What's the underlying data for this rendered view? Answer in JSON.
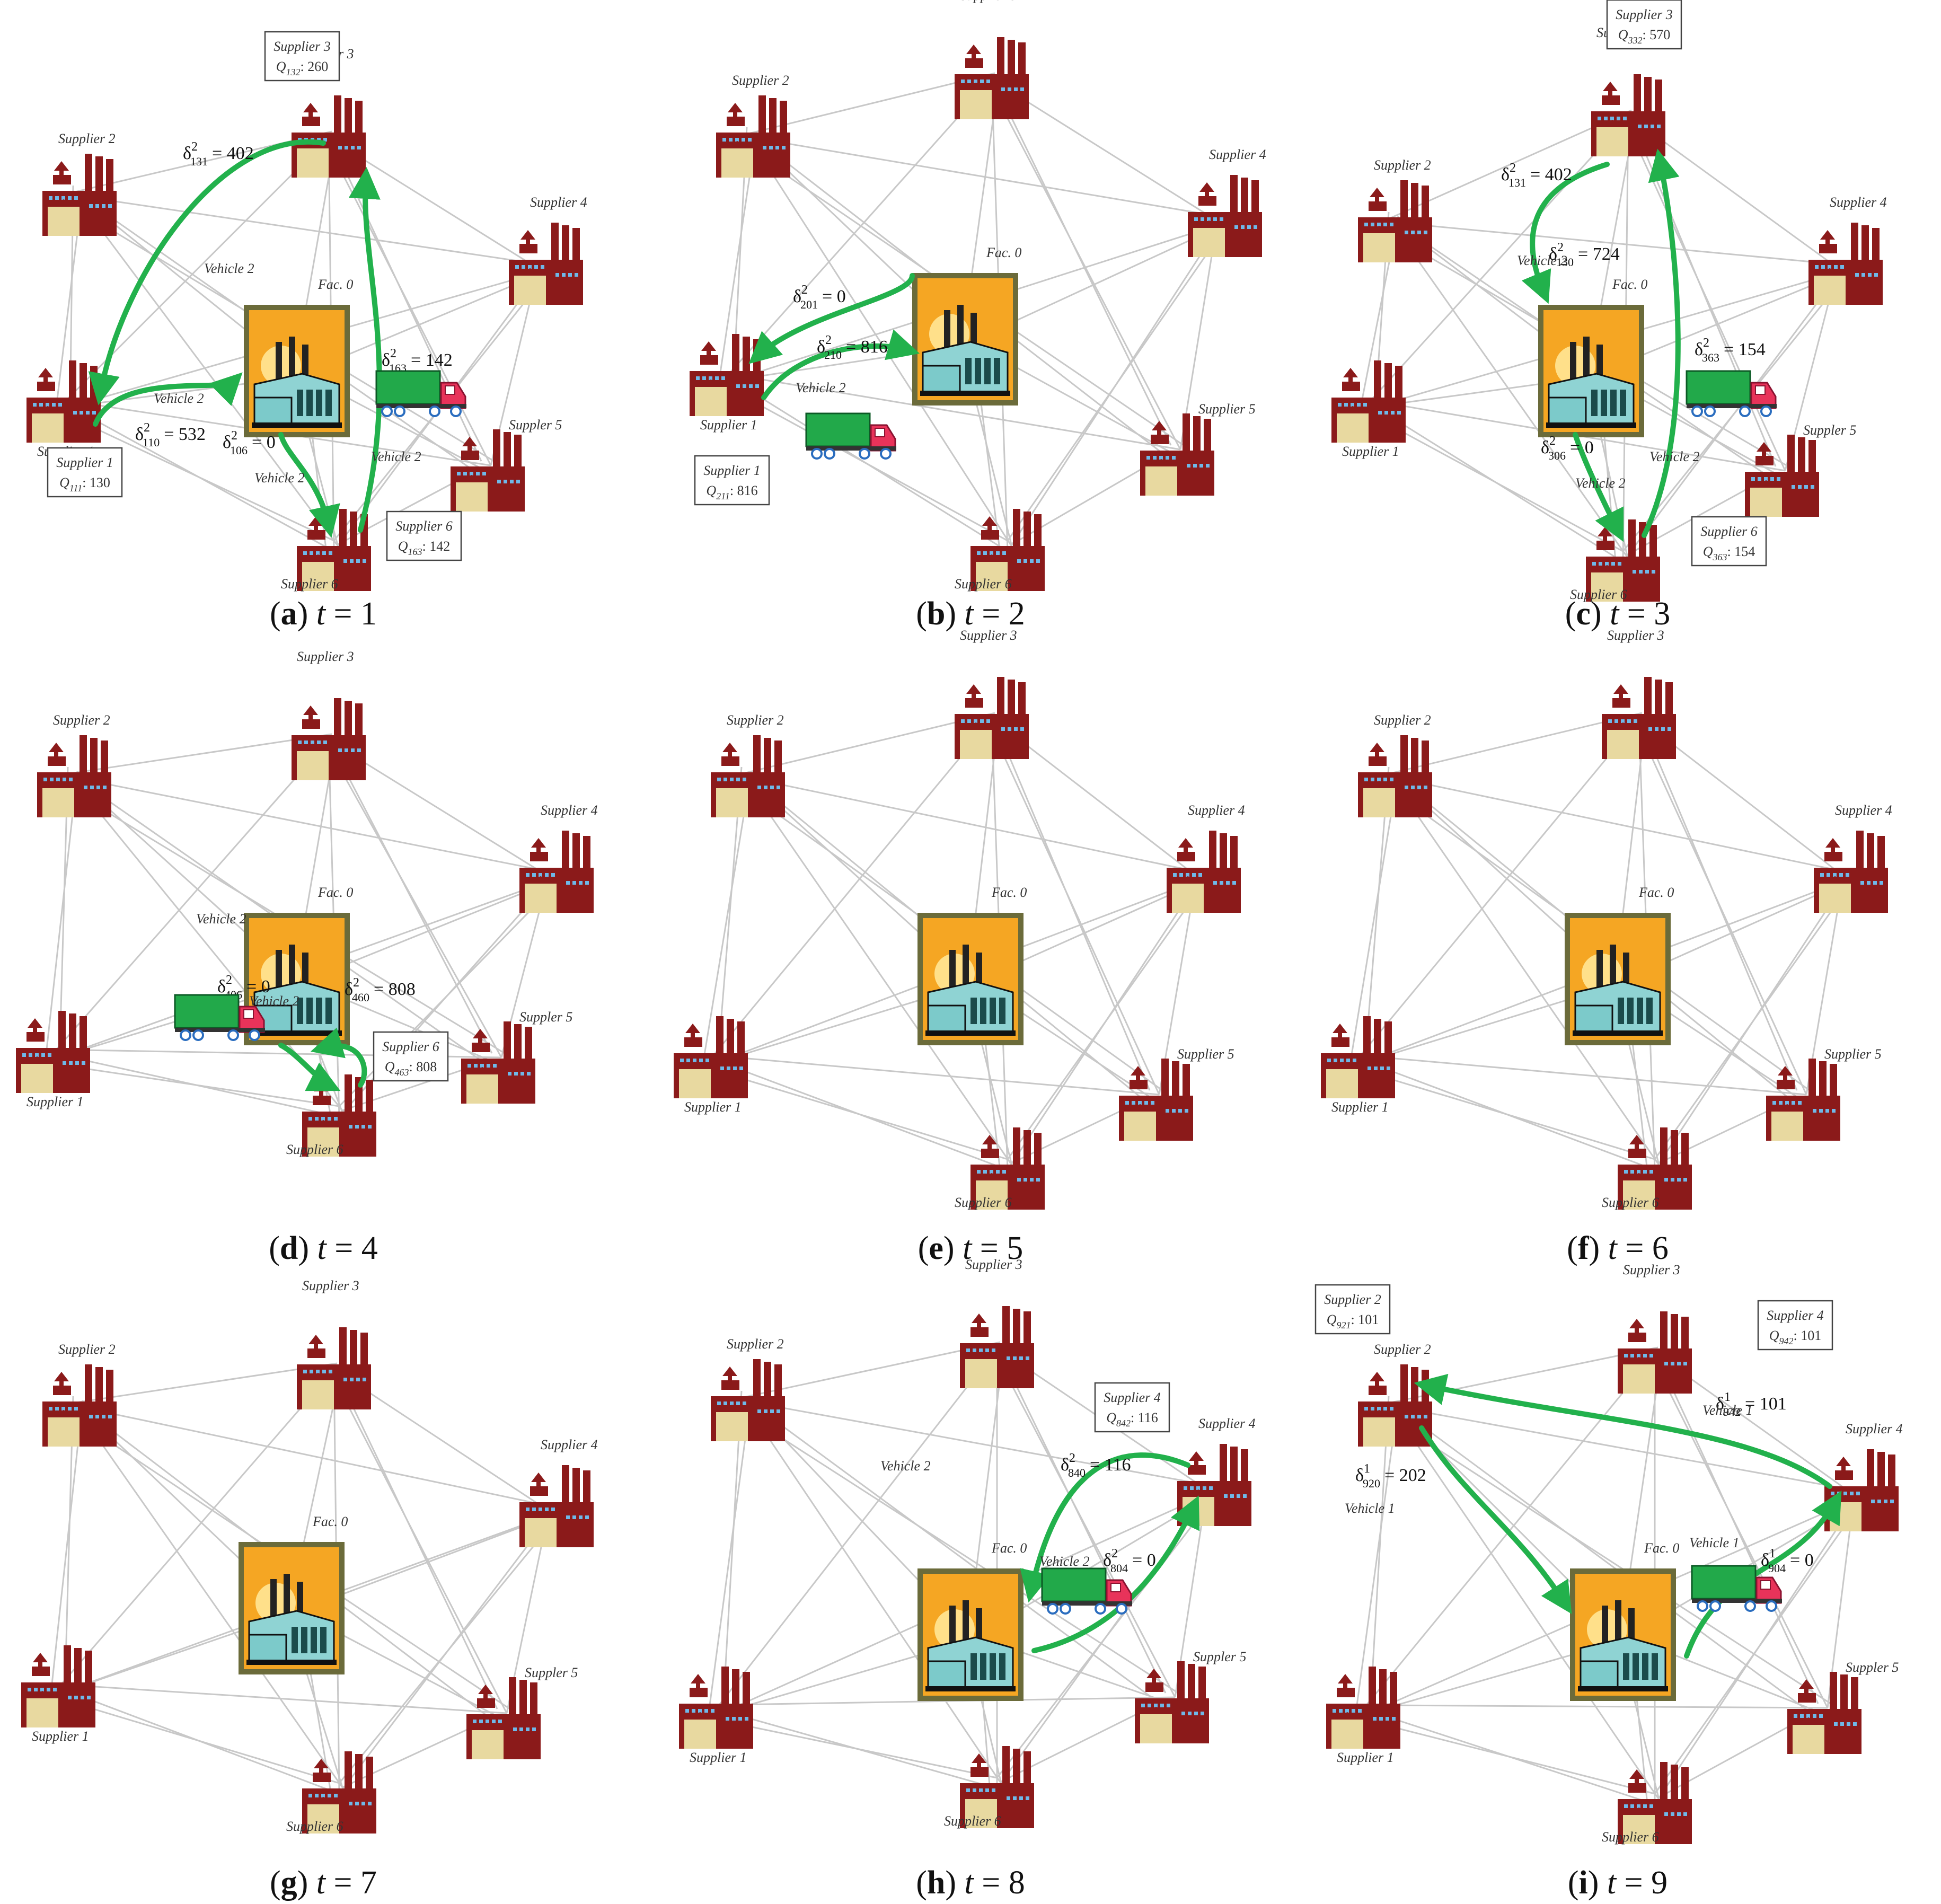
{
  "colors": {
    "edge": "#c8c8c8",
    "flow_arrow": "#22b14c",
    "supplier_factory": "#8b1a1a",
    "supplier_base": "#e8d9a0",
    "facility_bg": "#f5a623",
    "facility_frame": "#6b6b3a",
    "truck_cargo": "#22a94a",
    "truck_cab": "#e8335a"
  },
  "icons": [
    "supplier-factory-icon",
    "central-facility-icon",
    "delivery-truck-icon"
  ],
  "labels": {
    "facility": "Fac. 0",
    "suppliers": [
      "Supplier 1",
      "Supplier 2",
      "Supplier 3",
      "Supplier 4",
      "Supplier 5",
      "Supplier 6"
    ],
    "supplier_alt": "Suppler 5"
  },
  "panels": [
    {
      "caption_letter": "a",
      "caption_var": "t",
      "caption_value": "= 1",
      "vehicle_labels": [
        "Vehicle 2",
        "Vehicle 2",
        "Vehicle 2",
        "Vehicle 2"
      ],
      "flows": [
        {
          "sym": "δ",
          "sup": "2",
          "sub": "131",
          "value": "= 402"
        },
        {
          "sym": "δ",
          "sup": "2",
          "sub": "110",
          "value": "= 532"
        },
        {
          "sym": "δ",
          "sup": "2",
          "sub": "106",
          "value": "= 0"
        },
        {
          "sym": "δ",
          "sup": "2",
          "sub": "163",
          "value": "= 142"
        }
      ],
      "boxes": [
        {
          "title": "Supplier 3",
          "q_sub": "132",
          "value": ": 260"
        },
        {
          "title": "Supplier 1",
          "q_sub": "111",
          "value": ": 130"
        },
        {
          "title": "Supplier 6",
          "q_sub": "163",
          "value": ": 142"
        }
      ]
    },
    {
      "caption_letter": "b",
      "caption_var": "t",
      "caption_value": "= 2",
      "vehicle_labels": [
        "Vehicle 2"
      ],
      "flows": [
        {
          "sym": "δ",
          "sup": "2",
          "sub": "201",
          "value": "= 0"
        },
        {
          "sym": "δ",
          "sup": "2",
          "sub": "210",
          "value": "= 816"
        }
      ],
      "boxes": [
        {
          "title": "Supplier 1",
          "q_sub": "211",
          "value": ": 816"
        }
      ]
    },
    {
      "caption_letter": "c",
      "caption_var": "t",
      "caption_value": "= 3",
      "vehicle_labels": [
        "Vehicle 2",
        "Vehicle 2",
        "Vehicle 2"
      ],
      "flows": [
        {
          "sym": "δ",
          "sup": "2",
          "sub": "131",
          "value": "= 402"
        },
        {
          "sym": "δ",
          "sup": "2",
          "sub": "130",
          "value": "= 724"
        },
        {
          "sym": "δ",
          "sup": "2",
          "sub": "363",
          "value": "= 154"
        },
        {
          "sym": "δ",
          "sup": "2",
          "sub": "306",
          "value": "= 0"
        }
      ],
      "boxes": [
        {
          "title": "Supplier 3",
          "q_sub": "332",
          "value": ": 570"
        },
        {
          "title": "Supplier 6",
          "q_sub": "363",
          "value": ": 154"
        }
      ]
    },
    {
      "caption_letter": "d",
      "caption_var": "t",
      "caption_value": "= 4",
      "vehicle_labels": [
        "Vehicle 2",
        "Vehicle 2"
      ],
      "flows": [
        {
          "sym": "δ",
          "sup": "2",
          "sub": "406",
          "value": "= 0"
        },
        {
          "sym": "δ",
          "sup": "2",
          "sub": "460",
          "value": "= 808"
        }
      ],
      "boxes": [
        {
          "title": "Supplier 6",
          "q_sub": "463",
          "value": ": 808"
        }
      ]
    },
    {
      "caption_letter": "e",
      "caption_var": "t",
      "caption_value": "= 5",
      "vehicle_labels": [],
      "flows": [],
      "boxes": []
    },
    {
      "caption_letter": "f",
      "caption_var": "t",
      "caption_value": "= 6",
      "vehicle_labels": [],
      "flows": [],
      "boxes": []
    },
    {
      "caption_letter": "g",
      "caption_var": "t",
      "caption_value": "= 7",
      "vehicle_labels": [],
      "flows": [],
      "boxes": []
    },
    {
      "caption_letter": "h",
      "caption_var": "t",
      "caption_value": "= 8",
      "vehicle_labels": [
        "Vehicle 2",
        "Vehicle 2"
      ],
      "flows": [
        {
          "sym": "δ",
          "sup": "2",
          "sub": "840",
          "value": "= 116"
        },
        {
          "sym": "δ",
          "sup": "2",
          "sub": "804",
          "value": "= 0"
        }
      ],
      "boxes": [
        {
          "title": "Supplier 4",
          "q_sub": "842",
          "value": ": 116"
        }
      ]
    },
    {
      "caption_letter": "i",
      "caption_var": "t",
      "caption_value": "= 9",
      "vehicle_labels": [
        "Vehicle 1",
        "Vehicle 1",
        "Vehicle 1"
      ],
      "flows": [
        {
          "sym": "δ",
          "sup": "1",
          "sub": "942",
          "value": "= 101"
        },
        {
          "sym": "δ",
          "sup": "1",
          "sub": "920",
          "value": "= 202"
        },
        {
          "sym": "δ",
          "sup": "1",
          "sub": "904",
          "value": "= 0"
        }
      ],
      "boxes": [
        {
          "title": "Supplier 2",
          "q_sub": "921",
          "value": ": 101"
        },
        {
          "title": "Supplier 4",
          "q_sub": "942",
          "value": ": 101"
        }
      ]
    }
  ]
}
